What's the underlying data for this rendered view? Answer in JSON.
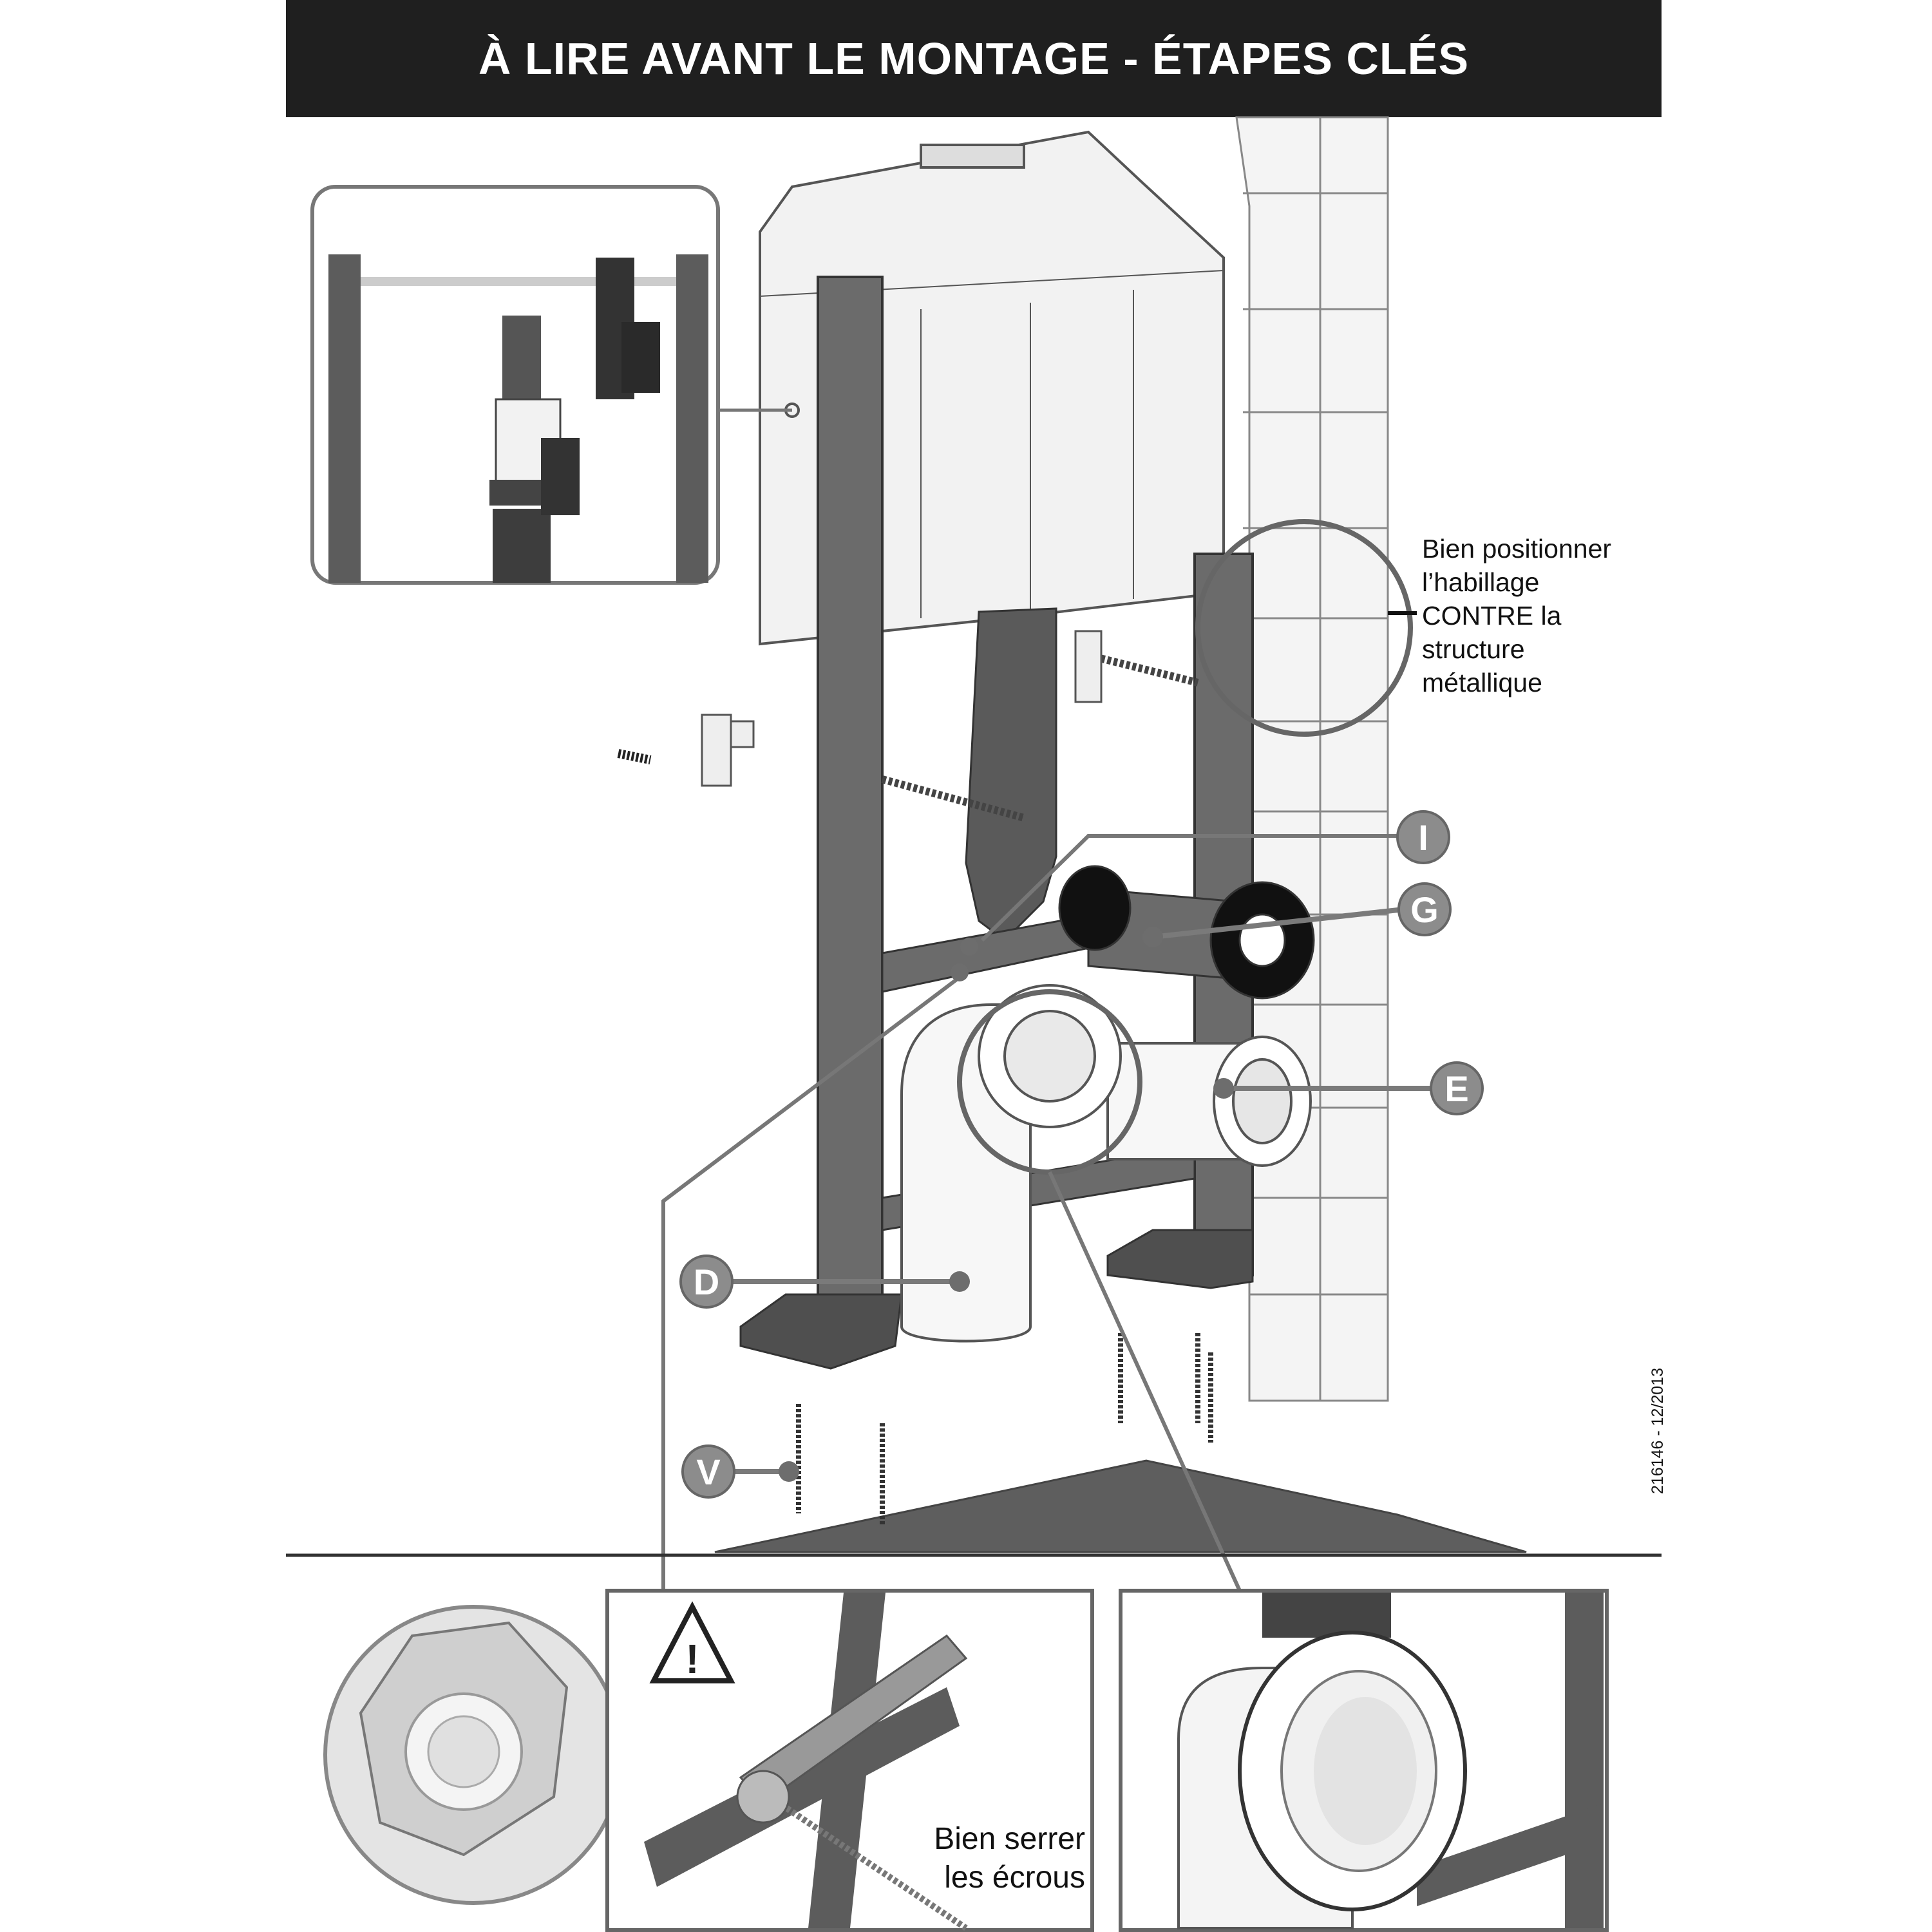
{
  "header": {
    "title": "À LIRE AVANT LE MONTAGE - ÉTAPES CLÉS"
  },
  "note_habillage": "Bien positionner\nl’habillage\nCONTRE la\nstructure\nmétallique",
  "caption_ecrous": "Bien serrer\nles écrous",
  "document_id": "216146 - 12/2013",
  "callouts": {
    "I": "I",
    "G": "G",
    "E": "E",
    "D": "D",
    "V": "V"
  },
  "colors": {
    "header_bg": "#1f1f1f",
    "callout_fill": "#8c8c8c",
    "frame": "#555555",
    "pipe_dark": "#5a5a5a"
  }
}
